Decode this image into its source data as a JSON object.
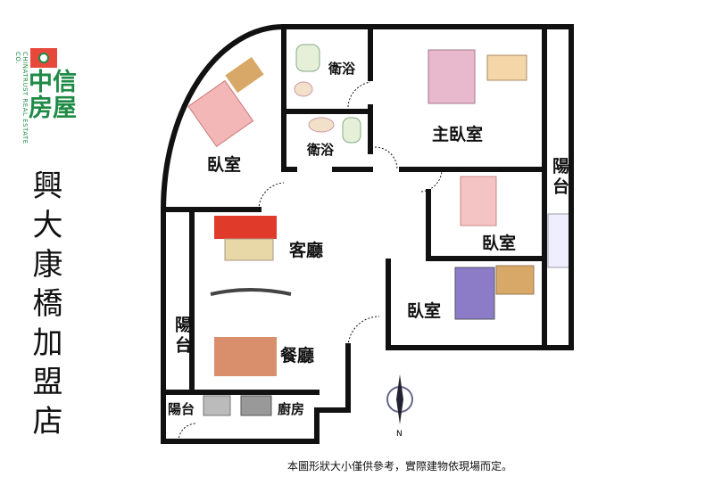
{
  "logo": {
    "name_zh": "中信房屋",
    "name_en": "CHINATRUST REAL ESTATE CO."
  },
  "store_name": "興大康橋加盟店",
  "rooms": {
    "bath1": "衛浴",
    "bath2": "衛浴",
    "master": "主臥室",
    "bedroom_left": "臥室",
    "balcony_right": "陽台",
    "bedroom_mid": "臥室",
    "living": "客廳",
    "bedroom_low": "臥室",
    "balcony_left": "陽台",
    "dining": "餐廳",
    "balcony_kitchen": "陽台",
    "kitchen": "廚房"
  },
  "compass": {
    "label": "N"
  },
  "disclaimer": "本圖形狀大小僅供參考，實際建物依現場而定。",
  "colors": {
    "wall": "#111111",
    "logo_green": "#1e8a45",
    "logo_red": "#e8473c"
  }
}
